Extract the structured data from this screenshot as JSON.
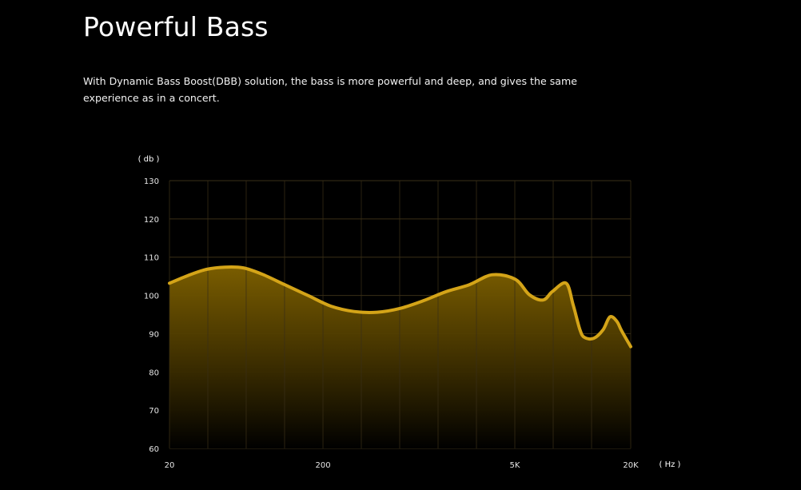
{
  "heading": "Powerful Bass",
  "description": "With Dynamic Bass Boost(DBB) solution, the bass is more powerful and deep, and gives the same experience as in a concert.",
  "chart_data": {
    "type": "area",
    "ylabel": "( db )",
    "xlabel": "( Hz )",
    "ylim": [
      60,
      130
    ],
    "y_ticks": [
      130,
      120,
      110,
      100,
      90,
      80,
      70,
      60
    ],
    "x_tick_labels": [
      "20",
      "200",
      "5K",
      "20K"
    ],
    "grid": true,
    "colors": {
      "line": "#d4a418",
      "grid": "#3a2f17"
    },
    "series": [
      {
        "x": [
          0,
          0.04,
          0.08,
          0.12,
          0.16,
          0.2,
          0.25,
          0.3,
          0.35,
          0.4,
          0.45,
          0.5,
          0.55,
          0.6,
          0.65,
          0.7,
          0.75,
          0.78,
          0.81,
          0.83,
          0.86,
          0.875,
          0.89,
          0.9,
          0.92,
          0.94,
          0.955,
          0.97,
          0.98,
          1.0
        ],
        "values": [
          103.2,
          105.2,
          106.8,
          107.4,
          107.2,
          105.6,
          102.8,
          100.0,
          97.2,
          95.8,
          95.6,
          96.6,
          98.6,
          101.0,
          102.8,
          105.4,
          104.2,
          100.2,
          98.8,
          101.0,
          103.2,
          97.6,
          91.0,
          89.0,
          88.8,
          91.0,
          94.4,
          93.2,
          90.8,
          86.6
        ]
      }
    ]
  }
}
